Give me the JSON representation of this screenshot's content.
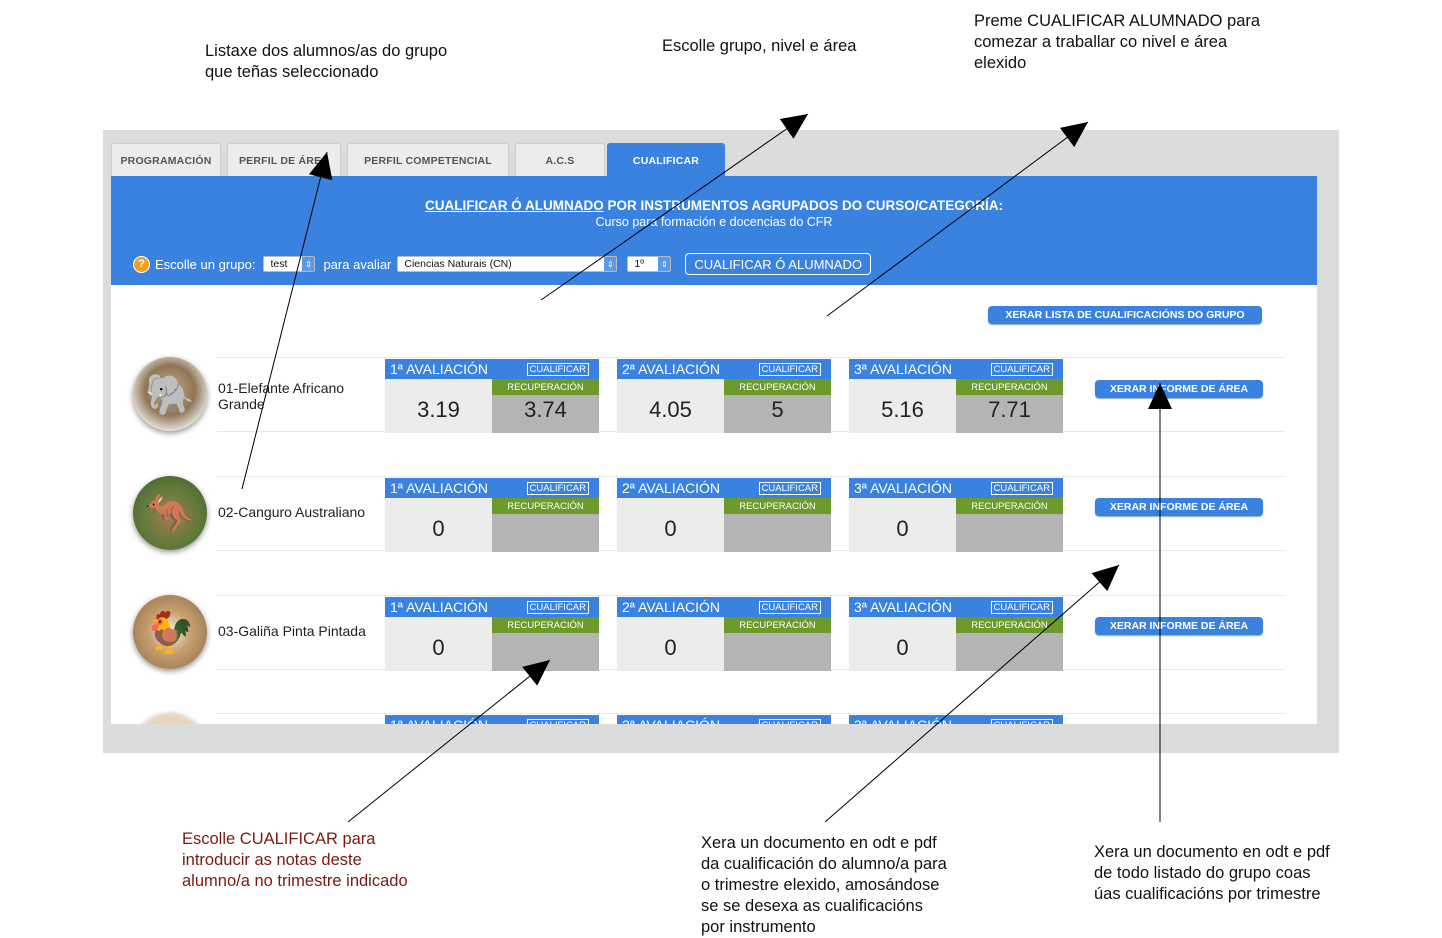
{
  "annotations": {
    "list_note": "Listaxe dos alumnos/as do grupo\nque teñas seleccionado",
    "choose_note": "Escolle grupo, nivel e área",
    "press_note": "Preme CUALIFICAR ALUMNADO para\ncomezar a traballar co nivel e área\nelexido",
    "cualificar_note": "Escolle CUALIFICAR para\nintroducir as notas deste\nalumno/a no trimestre indicado",
    "doc_student_note": "Xera un documento en odt e pdf\nda cualificación do alumno/a para\no trimestre elexido, amosándose\nse se desexa as cualificacións\npor instrumento",
    "doc_group_note": "Xera un documento en odt e pdf\nde todo listado do grupo coas\núas cualificacións por trimestre"
  },
  "tabs": [
    "PROGRAMACIÓN",
    "PERFIL DE ÁREA",
    "PERFIL COMPETENCIAL",
    "A.C.S",
    "CUALIFICAR"
  ],
  "banner": {
    "title_part1": "CUALIFICAR Ó ALUMNADO",
    "title_part2": " POR INSTRUMENTOS AGRUPADOS DO CURSO/CATEGORÍA:",
    "subtitle": "Curso para formación e docencias do CFR"
  },
  "controls": {
    "help": "?",
    "group_label": "Escolle un grupo:",
    "group_value": "test",
    "evaluate_label": "para avaliar",
    "area_value": "Ciencias Naturais (CN)",
    "level_value": "1º",
    "main_button": "CUALIFICAR Ó ALUMNADO"
  },
  "group_list_button": "XERAR LISTA DE CUALIFICACIÓNS DO GRUPO",
  "labels": {
    "evals": [
      "1ª AVALIACIÓN",
      "2ª AVALIACIÓN",
      "3ª AVALIACIÓN"
    ],
    "cualificar": "CUALIFICAR",
    "recuperacion": "RECUPERACIÓN",
    "report_button": "XERAR INFORME DE ÁREA"
  },
  "students": [
    {
      "name": "01-Elefante Africano\nGrande",
      "animal": "elephant-photo",
      "grades": [
        {
          "main": "3.19",
          "rec": "3.74"
        },
        {
          "main": "4.05",
          "rec": "5"
        },
        {
          "main": "5.16",
          "rec": "7.71"
        }
      ]
    },
    {
      "name": "02-Canguro Australiano",
      "animal": "kangaroo-photo",
      "grades": [
        {
          "main": "0",
          "rec": ""
        },
        {
          "main": "0",
          "rec": ""
        },
        {
          "main": "0",
          "rec": ""
        }
      ]
    },
    {
      "name": "03-Galiña Pinta Pintada",
      "animal": "hen-photo",
      "grades": [
        {
          "main": "0",
          "rec": ""
        },
        {
          "main": "0",
          "rec": ""
        },
        {
          "main": "0",
          "rec": ""
        }
      ]
    },
    {
      "name": "",
      "animal": "unknown-animal-photo",
      "grades": [
        {
          "main": "",
          "rec": ""
        },
        {
          "main": "",
          "rec": ""
        },
        {
          "main": "",
          "rec": ""
        }
      ]
    }
  ],
  "colors": {
    "accent": "#3a82e0",
    "recovery": "#6d9b2b",
    "note_red": "#7a1a10"
  }
}
